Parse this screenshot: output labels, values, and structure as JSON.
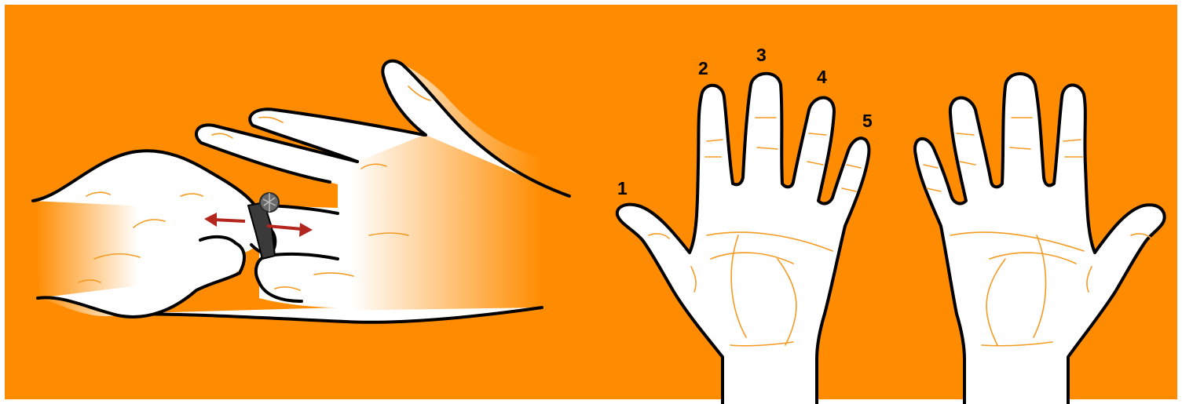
{
  "colors": {
    "background": "#ff8c00",
    "skin": "#ffffff",
    "outline": "#000000",
    "crease": "#f59a23",
    "arrow": "#b3261e",
    "ring": "#3a3a3a"
  },
  "panels": {
    "ring_sizing": {
      "icons": [
        "hand-icon",
        "ring-icon",
        "arrow-left-icon",
        "arrow-right-icon"
      ]
    },
    "left_palm": {
      "finger_numbers": [
        "1",
        "2",
        "3",
        "4",
        "5"
      ]
    },
    "right_palm": {
      "icons": [
        "hand-icon"
      ]
    }
  }
}
